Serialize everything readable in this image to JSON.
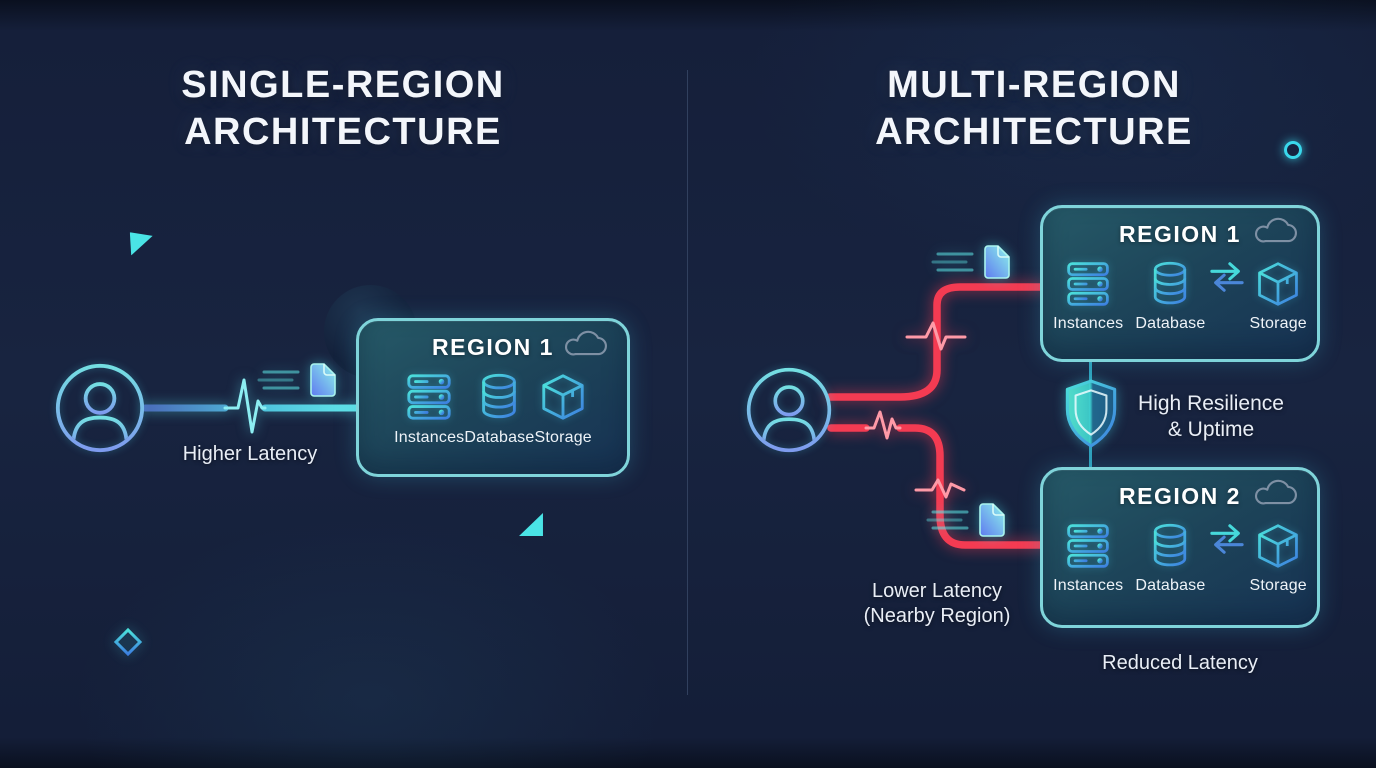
{
  "panels": {
    "left": {
      "title_lines": [
        "SINGLE-REGION",
        "ARCHITECTURE"
      ],
      "latency_label": "Higher Latency",
      "region": {
        "name": "REGION 1",
        "services": [
          "Instances",
          "Database",
          "Storage"
        ]
      }
    },
    "right": {
      "title_lines": [
        "MULTI-REGION",
        "ARCHITECTURE"
      ],
      "regions": [
        {
          "name": "REGION 1",
          "services": [
            "Instances",
            "Database",
            "Storage"
          ]
        },
        {
          "name": "REGION 2",
          "services": [
            "Instances",
            "Database",
            "Storage"
          ]
        }
      ],
      "resilience_lines": [
        "High Resilience",
        "& Uptime"
      ],
      "nearby_latency_lines": [
        "Lower Latency",
        "(Nearby Region)"
      ],
      "reduced_latency_label": "Reduced Latency"
    }
  },
  "colors": {
    "background": "#17223c",
    "accent_teal": "#46e0db",
    "accent_blue": "#3d7fe0",
    "box_border": "#7fd4da",
    "connection_red": "#f43b52",
    "connection_blue_teal": "#4fc4dc",
    "cloud_gray": "#7e90a4",
    "text": "#f2f6fa"
  },
  "icons": {
    "user": "user-icon",
    "cloud": "cloud-icon",
    "instances": "server-stack-icon",
    "database": "database-cylinder-icon",
    "storage": "package-box-icon",
    "shield": "shield-resilience-icon",
    "document": "flying-document-icon",
    "sync": "sync-arrows-icon",
    "pulse": "latency-pulse-icon"
  }
}
